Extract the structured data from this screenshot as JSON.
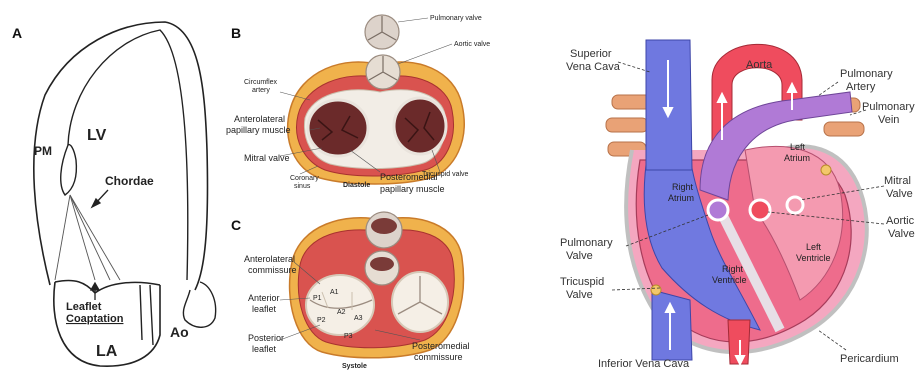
{
  "panel_a": {
    "letter": "A",
    "lv": "LV",
    "pm": "PM",
    "chordae": "Chordae",
    "leaflet": "Leaflet",
    "coaptation": "Coaptation",
    "la": "LA",
    "ao": "Ao"
  },
  "panel_b": {
    "letter": "B",
    "pulmonary_valve": "Pulmonary valve",
    "aortic_valve": "Aortic valve",
    "circumflex_1": "Circumflex",
    "circumflex_2": "artery",
    "anterolateral_1": "Anterolateral",
    "anterolateral_2": "papillary muscle",
    "mitral_valve": "Mitral valve",
    "coronary_1": "Coronary",
    "coronary_2": "sinus",
    "diastole": "Diastole",
    "tricuspid_valve": "Tricuspid valve",
    "posteromedial_1": "Posteromedial",
    "posteromedial_2": "papillary muscle"
  },
  "panel_c": {
    "letter": "C",
    "anterolateral_1": "Anterolateral",
    "anterolateral_2": "commissure",
    "anterior_1": "Anterior",
    "anterior_2": "leaflet",
    "posterior_1": "Posterior",
    "posterior_2": "leaflet",
    "systole": "Systole",
    "posteromedial_1": "Posteromedial",
    "posteromedial_2": "commissure",
    "a1": "A1",
    "a2": "A2",
    "a3": "A3",
    "p1": "P1",
    "p2": "P2",
    "p3": "P3"
  },
  "heart": {
    "svc_1": "Superior",
    "svc_2": "Vena Cava",
    "aorta": "Aorta",
    "pulm_artery_1": "Pulmonary",
    "pulm_artery_2": "Artery",
    "pulm_vein_1": "Pulmonary",
    "pulm_vein_2": "Vein",
    "left_atrium_1": "Left",
    "left_atrium_2": "Atrium",
    "right_atrium_1": "Right",
    "right_atrium_2": "Atrium",
    "mitral_1": "Mitral",
    "mitral_2": "Valve",
    "aortic_1": "Aortic",
    "aortic_2": "Valve",
    "pulm_valve_1": "Pulmonary",
    "pulm_valve_2": "Valve",
    "left_ventricle_1": "Left",
    "left_ventricle_2": "Ventricle",
    "right_ventricle_1": "Right",
    "right_ventricle_2": "Ventricle",
    "tricuspid_1": "Tricuspid",
    "tricuspid_2": "Valve",
    "ivc": "Inferior Vena Cava",
    "pericardium": "Pericardium"
  },
  "colors": {
    "deoxygenated": "#6f78e0",
    "oxygenated": "#ef4c5e",
    "myocardium": "#ee6c8c",
    "pulmonary_purple": "#b07ad6",
    "fat_yellow": "#f3c86a",
    "valve_tissue": "#e9e3dc",
    "muscle_dark": "#6b2a2a"
  }
}
